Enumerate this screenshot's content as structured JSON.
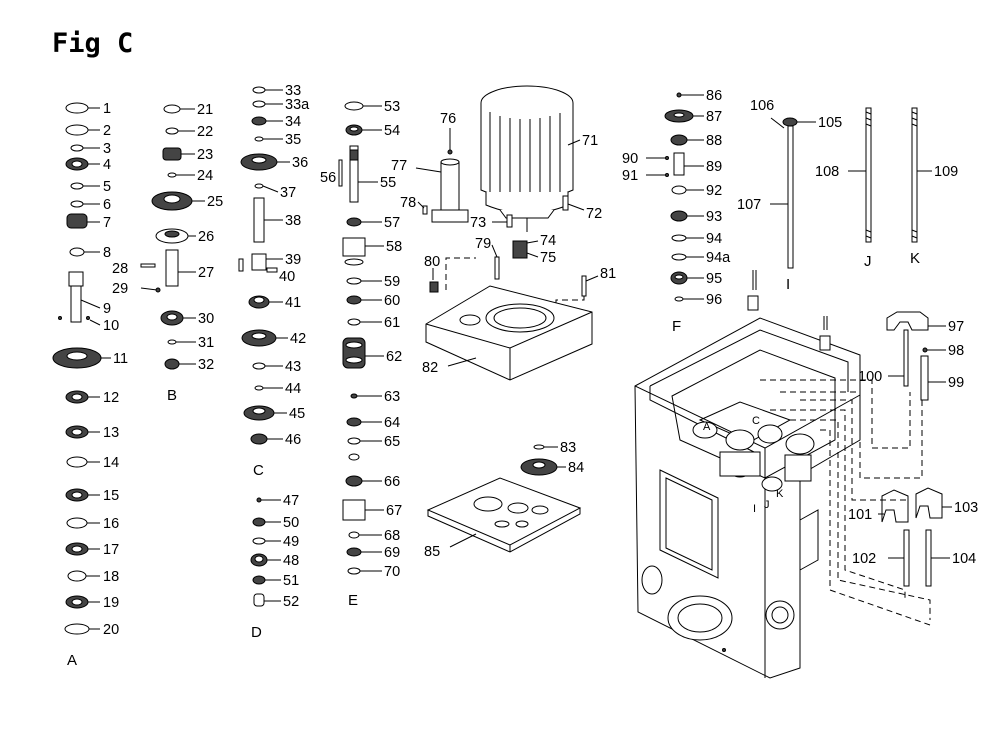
{
  "figure": {
    "title": "Fig C"
  },
  "columns": {
    "A": "A",
    "B": "B",
    "C": "C",
    "D": "D",
    "E": "E",
    "F": "F",
    "I": "I",
    "J": "J",
    "K": "K"
  },
  "labels": {
    "p1": "1",
    "p2": "2",
    "p3": "3",
    "p4": "4",
    "p5": "5",
    "p6": "6",
    "p7": "7",
    "p8": "8",
    "p9": "9",
    "p10": "10",
    "p11": "11",
    "p12": "12",
    "p13": "13",
    "p14": "14",
    "p15": "15",
    "p16": "16",
    "p17": "17",
    "p18": "18",
    "p19": "19",
    "p20": "20",
    "p21": "21",
    "p22": "22",
    "p23": "23",
    "p24": "24",
    "p25": "25",
    "p26": "26",
    "p27": "27",
    "p28": "28",
    "p29": "29",
    "p30": "30",
    "p31": "31",
    "p32": "32",
    "p33": "33",
    "p33a": "33a",
    "p34": "34",
    "p35": "35",
    "p36": "36",
    "p37": "37",
    "p38": "38",
    "p39": "39",
    "p40": "40",
    "p41": "41",
    "p42": "42",
    "p43": "43",
    "p44": "44",
    "p45": "45",
    "p46": "46",
    "p47": "47",
    "p48": "48",
    "p49": "49",
    "p50": "50",
    "p51": "51",
    "p52": "52",
    "p53": "53",
    "p54": "54",
    "p55": "55",
    "p56": "56",
    "p57": "57",
    "p58": "58",
    "p59": "59",
    "p60": "60",
    "p61": "61",
    "p62": "62",
    "p63": "63",
    "p64": "64",
    "p65": "65",
    "p66": "66",
    "p67": "67",
    "p68": "68",
    "p69": "69",
    "p70": "70",
    "p71": "71",
    "p72": "72",
    "p73": "73",
    "p74": "74",
    "p75": "75",
    "p76": "76",
    "p77": "77",
    "p78": "78",
    "p79": "79",
    "p80": "80",
    "p81": "81",
    "p82": "82",
    "p83": "83",
    "p84": "84",
    "p85": "85",
    "p86": "86",
    "p87": "87",
    "p88": "88",
    "p89": "89",
    "p90": "90",
    "p91": "91",
    "p92": "92",
    "p93": "93",
    "p94": "94",
    "p94a": "94a",
    "p95": "95",
    "p96": "96",
    "p97": "97",
    "p98": "98",
    "p99": "99",
    "p100": "100",
    "p101": "101",
    "p102": "102",
    "p103": "103",
    "p104": "104",
    "p105": "105",
    "p106": "106",
    "p107": "107",
    "p108": "108",
    "p109": "109"
  },
  "housing_marks": {
    "a": "A",
    "c": "C",
    "i": "I",
    "j": "J",
    "k": "K"
  }
}
